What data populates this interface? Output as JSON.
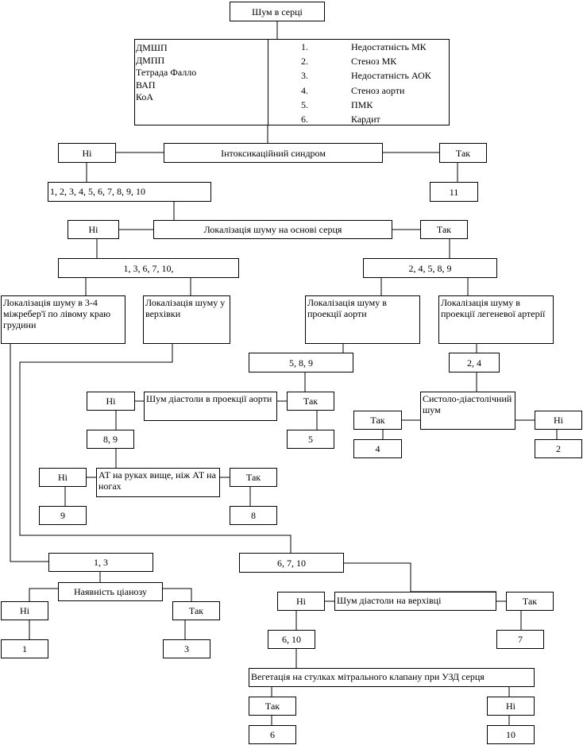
{
  "title": "Шум в серці",
  "group_left": [
    "ДМШП",
    "ДМПП",
    "Тетрада Фалло",
    "ВАП",
    "КоА"
  ],
  "group_right": [
    {
      "n": "1.",
      "t": "Недостатність МК"
    },
    {
      "n": "2.",
      "t": "Стеноз МК"
    },
    {
      "n": "3.",
      "t": "Недостатність АОК"
    },
    {
      "n": "4.",
      "t": "Стеноз аорти"
    },
    {
      "n": "5.",
      "t": "ПМК"
    },
    {
      "n": "6.",
      "t": "Кардит"
    }
  ],
  "yes": "Так",
  "no": "Ні",
  "q_intox": "Інтоксикаційний синдром",
  "r_all": "1, 2, 3, 4, 5, 6, 7, 8, 9, 10",
  "r_11": "11",
  "q_base": "Локалізація шуму на основі серця",
  "r_13671": "1, 3, 6, 7, 10,",
  "r_24589": "2, 4, 5, 8, 9",
  "q_loc34": "Локалізація шуму в 3-4 міжребер'ї по лівому краю грудини",
  "q_apex": "Локалізація шуму у верхівки",
  "q_aorta": "Локалізація шуму в проекції аорти",
  "q_pulm": "Локалізація шуму в проекції легеневої артерії",
  "r_589": "5, 8, 9",
  "r_24": "2, 4",
  "q_diast_aorta": "Шум діастоли в проекції аорти",
  "q_systdiast": "Систоло-діастолічний шум",
  "r_5": "5",
  "r_89": "8, 9",
  "r_4": "4",
  "r_2": "2",
  "q_bp": "АТ на руках вище, ніж АТ на ногах",
  "r_9": "9",
  "r_8": "8",
  "r_13": "1, 3",
  "r_6710": "6, 7, 10",
  "q_cyan": "Наявність ціанозу",
  "q_diast_apex": "Шум діастоли на верхівці",
  "r_1": "1",
  "r_3": "3",
  "r_610": "6, 10",
  "r_7": "7",
  "q_veg": "Вегетація на стулках мітрального клапану при УЗД серця",
  "r_6": "6",
  "r_10": "10"
}
